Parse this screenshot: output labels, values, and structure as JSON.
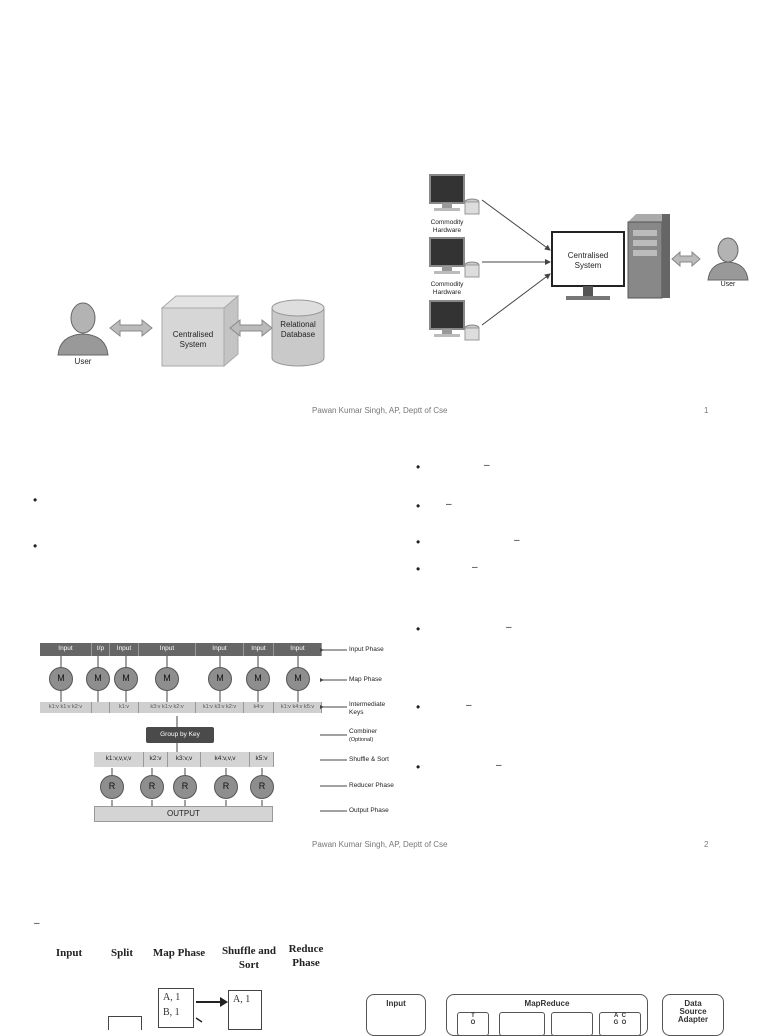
{
  "slide1": {
    "left_diagram": {
      "user_label": "User",
      "system_label_1": "Centralised",
      "system_label_2": "System",
      "db_label_1": "Relational",
      "db_label_2": "Database"
    },
    "right_diagram": {
      "commodity_label_1": "Commodity",
      "commodity_label_2": "Hardware",
      "central_label_1": "Centralised",
      "central_label_2": "System",
      "user_label": "User"
    },
    "footer": "Pawan Kumar Singh, AP, Deptt of Cse",
    "page_number": "1"
  },
  "slide2": {
    "left_bullets": [
      "•",
      "•"
    ],
    "right_bullets": [
      "•",
      "•",
      "•",
      "•",
      "•",
      "•",
      "•"
    ],
    "right_dashes": [
      "–",
      "–",
      "–",
      "–",
      "–",
      "–",
      "–"
    ],
    "mapreduce": {
      "inputs": [
        "Input",
        "I/p",
        "Input",
        "Input",
        "Input",
        "Input",
        "Input"
      ],
      "map_label": "M",
      "keys": [
        "k1:v k1:v k2:v",
        "",
        "k1:v",
        "k3:v k1:v k2:v",
        "k1:v k3:v k2:v",
        "k4:v",
        "k1:v k4:v k5:v"
      ],
      "group_by_key": "Group by Key",
      "shuffle": [
        "k1:v,v,v,v",
        "k2:v",
        "k3:v,v",
        "k4:v,v,v",
        "k5:v"
      ],
      "reduce_label": "R",
      "output": "OUTPUT",
      "phase_labels": {
        "input": "Input Phase",
        "map": "Map Phase",
        "intermediate_1": "Intermediate",
        "intermediate_2": "Keys",
        "combiner_1": "Combiner",
        "combiner_2": "(Optional)",
        "shuffle": "Shuffle & Sort",
        "reducer": "Reducer Phase",
        "output": "Output Phase"
      }
    },
    "footer": "Pawan Kumar Singh, AP, Deptt of Cse",
    "page_number": "2"
  },
  "slide3": {
    "dash": "–",
    "flow_headers": {
      "input": "Input",
      "split": "Split",
      "map": "Map Phase",
      "shuffle_1": "Shuffle and",
      "shuffle_2": "Sort",
      "reduce_1": "Reduce",
      "reduce_2": "Phase"
    },
    "map_entries": [
      "A, 1",
      "B, 1"
    ],
    "shuffle_entries": [
      "A, 1"
    ],
    "right_boxes": {
      "input": "Input",
      "mapreduce": "MapReduce",
      "data_source_1": "Data",
      "data_source_2": "Source",
      "data_source_3": "Adapter",
      "inner_letters": [
        "T",
        "O",
        "A",
        "G",
        "C",
        "O"
      ]
    }
  }
}
